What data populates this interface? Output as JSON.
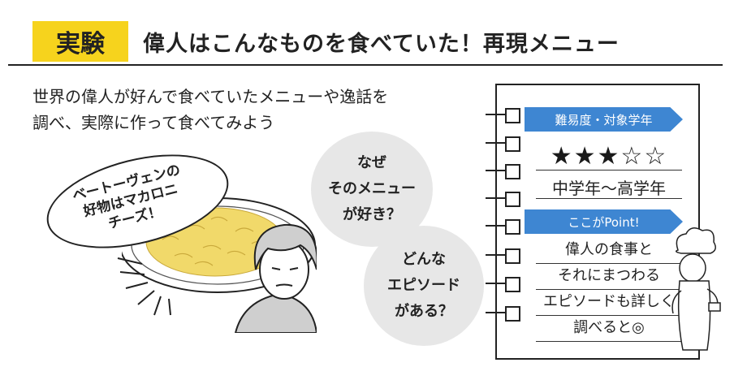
{
  "header": {
    "tag": "実験",
    "title": "偉人はこんなものを食べていた！再現メニュー"
  },
  "intro": {
    "text": "世界の偉人が好んで食べていたメニューや逸話を\n調べ、実際に作って食べてみよう"
  },
  "speech": {
    "text": "ベートーヴェンの\n好物はマカロニ\nチーズ！"
  },
  "bubbles": [
    {
      "text": "なぜ\nそのメニュー\nが好き？"
    },
    {
      "text": "どんな\nエピソード\nがある？"
    }
  ],
  "notebook": {
    "difficulty_label": "難易度・対象学年",
    "stars": "★★★☆☆",
    "difficulty_value": 3,
    "difficulty_max": 5,
    "grade": "中学年〜高学年",
    "point_label": "ここがPoint!",
    "point_text": "偉人の食事と\nそれにまつわる\nエピソードも詳しく\n調べると◎"
  },
  "colors": {
    "tag_yellow": "#f6d31d",
    "label_blue": "#3e86d2",
    "bubble_gray": "#e7e7e7",
    "cheese_yellow": "#f1d96a"
  }
}
